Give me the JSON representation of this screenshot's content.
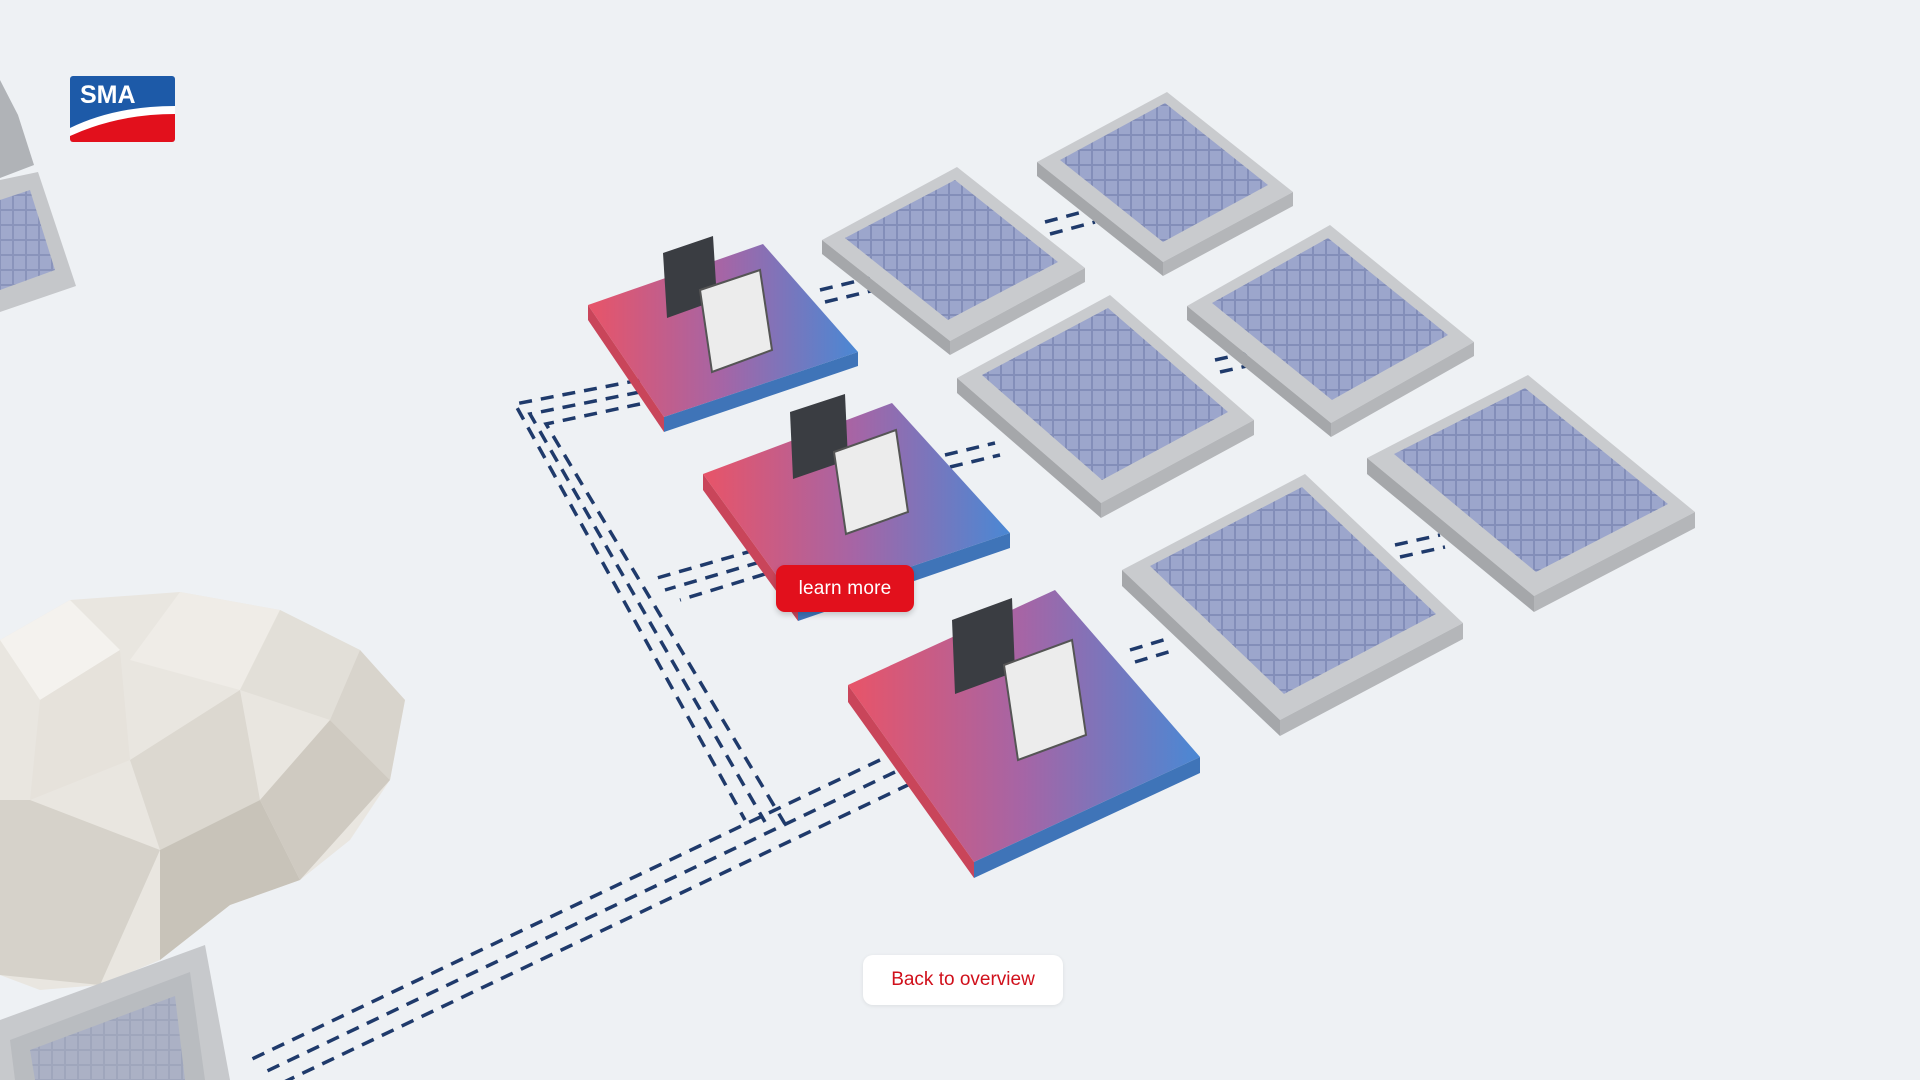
{
  "brand": {
    "logo_text": "SMA",
    "colors": {
      "blue": "#1d5aa8",
      "red": "#e2101c",
      "white": "#ffffff"
    }
  },
  "actions": {
    "learn_more_label": "learn more",
    "back_label": "Back to overview"
  },
  "scene": {
    "background_color": "#eef1f4",
    "cable_color": "#1f3a6b",
    "station_gradient": [
      "#e85468",
      "#a565a6",
      "#4a88d4"
    ],
    "panel_color": "#8e99c2",
    "pad_color": "#c4c6c9"
  }
}
